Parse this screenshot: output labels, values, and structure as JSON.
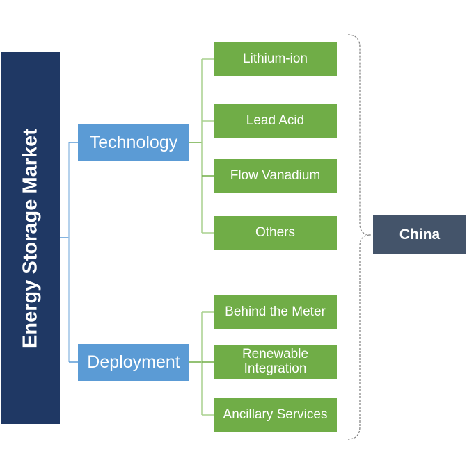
{
  "diagram": {
    "root": "Energy Storage Market",
    "categories": [
      {
        "label": "Technology",
        "items": [
          "Lithium-ion",
          "Lead Acid",
          "Flow Vanadium",
          "Others"
        ]
      },
      {
        "label": "Deployment",
        "items": [
          "Behind the Meter",
          "Renewable Integration",
          "Ancillary Services"
        ]
      }
    ],
    "region": "China",
    "colors": {
      "root": "#1f3864",
      "category": "#5b9bd5",
      "leaf": "#70ad47",
      "region": "#44546a",
      "category_connector": "#9dc3e6",
      "leaf_connector": "#a9d18e",
      "brace": "#7f7f7f"
    }
  }
}
